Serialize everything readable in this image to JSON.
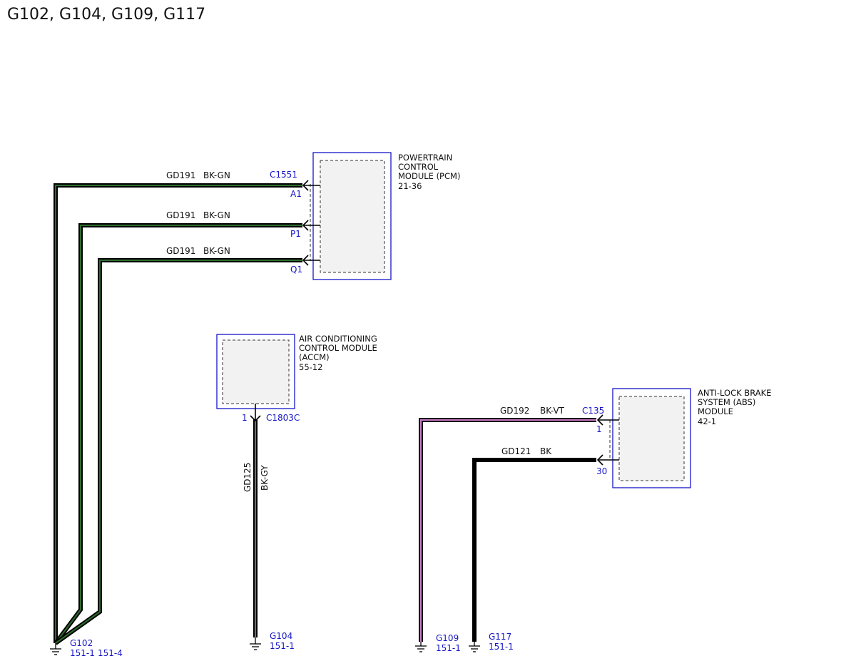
{
  "title": "G102, G104, G109, G117",
  "pcm": {
    "name_lines": [
      "POWERTRAIN",
      "CONTROL",
      "MODULE (PCM)"
    ],
    "ref": "21-36",
    "connector": "C1551",
    "wires": [
      {
        "circuit": "GD191",
        "color": "BK-GN",
        "pin": "A1"
      },
      {
        "circuit": "GD191",
        "color": "BK-GN",
        "pin": "P1"
      },
      {
        "circuit": "GD191",
        "color": "BK-GN",
        "pin": "Q1"
      }
    ]
  },
  "accm": {
    "name_lines": [
      "AIR CONDITIONING",
      "CONTROL MODULE",
      "(ACCM)"
    ],
    "ref": "55-12",
    "connector": "C1803C",
    "pin": "1",
    "wire": {
      "circuit": "GD125",
      "color": "BK-GY"
    }
  },
  "abs": {
    "name_lines": [
      "ANTI-LOCK BRAKE",
      "SYSTEM (ABS)",
      "MODULE"
    ],
    "ref": "42-1",
    "connector": "C135",
    "wires": [
      {
        "circuit": "GD192",
        "color": "BK-VT",
        "pin": "1"
      },
      {
        "circuit": "GD121",
        "color": "BK",
        "pin": "30"
      }
    ]
  },
  "grounds": [
    {
      "name": "G102",
      "refs": [
        "151-1",
        "151-4"
      ]
    },
    {
      "name": "G104",
      "refs": [
        "151-1"
      ]
    },
    {
      "name": "G109",
      "refs": [
        "151-1"
      ]
    },
    {
      "name": "G117",
      "refs": [
        "151-1"
      ]
    }
  ],
  "colors": {
    "reference_blue": "#1515c8",
    "wire_black": "#000000",
    "wire_green": "#2e6b2e",
    "wire_violet": "#c77dc7",
    "wire_gray": "#8a8a8a",
    "module_fill": "#f2f2f2"
  }
}
